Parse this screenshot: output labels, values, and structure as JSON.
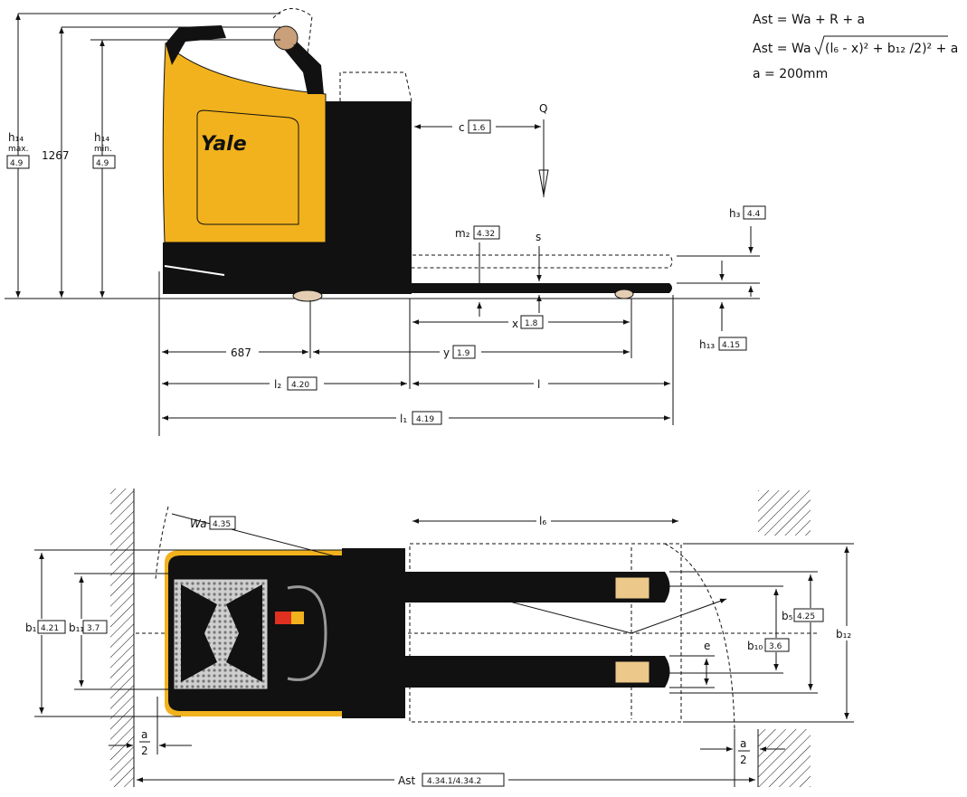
{
  "brand": {
    "logo_text": "Yale",
    "body_color": "#f2b21d",
    "dark_color": "#111111"
  },
  "formulas": {
    "line1": "Ast = Wa + R + a",
    "line2_prefix": "Ast = Wa",
    "line2_root": "(l₆ - x)² + b₁₂ /2)² + a",
    "line3": "a   = 200mm"
  },
  "side_view": {
    "h14_max": {
      "symbol": "h₁₄",
      "qualifier": "max.",
      "ref": "4.9"
    },
    "height_1267": "1267",
    "h14_min": {
      "symbol": "h₁₄",
      "qualifier": "min.",
      "ref": "4.9"
    },
    "c": {
      "symbol": "c",
      "ref": "1.6"
    },
    "q": "Q",
    "h3": {
      "symbol": "h₃",
      "ref": "4.4"
    },
    "m2": {
      "symbol": "m₂",
      "ref": "4.32"
    },
    "s": "s",
    "x": {
      "symbol": "x",
      "ref": "1.8"
    },
    "h13": {
      "symbol": "h₁₃",
      "ref": "4.15"
    },
    "d687": "687",
    "y": {
      "symbol": "y",
      "ref": "1.9"
    },
    "l2": {
      "symbol": "l₂",
      "ref": "4.20"
    },
    "l": "l",
    "l1": {
      "symbol": "l₁",
      "ref": "4.19"
    }
  },
  "top_view": {
    "wa": {
      "symbol": "Wa",
      "ref": "4.35"
    },
    "l6": "l₆",
    "b1": {
      "symbol": "b₁",
      "ref": "4.21"
    },
    "b11": {
      "symbol": "b₁₁",
      "ref": "3.7"
    },
    "b5": {
      "symbol": "b₅",
      "ref": "4.25"
    },
    "b10": {
      "symbol": "b₁₀",
      "ref": "3.6"
    },
    "b12": "b₁₂",
    "e": "e",
    "a_num": "a",
    "a_den": "2",
    "ast": {
      "symbol": "Ast",
      "ref": "4.34.1/4.34.2"
    }
  }
}
